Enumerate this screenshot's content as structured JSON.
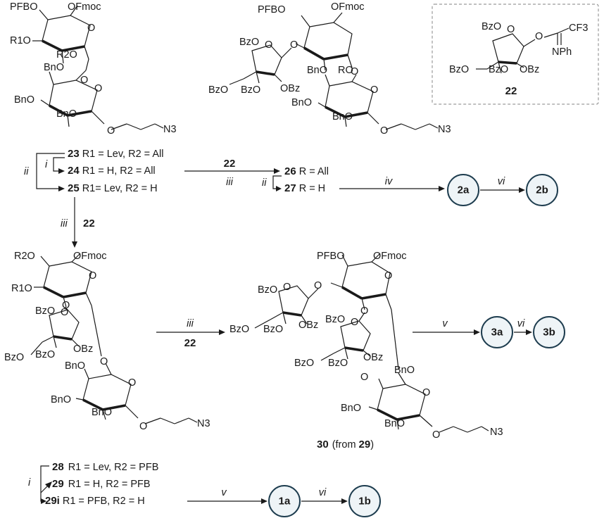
{
  "scheme": {
    "reagent_box": {
      "compound": "22",
      "labels": [
        "BzO",
        "O",
        "O",
        "CF3",
        "NPh",
        "BzO",
        "BzO",
        "OBz"
      ]
    },
    "struct_top_left": {
      "labels": [
        "PFBO",
        "OFmoc",
        "O",
        "R1O",
        "R2O",
        "BnO",
        "O",
        "BnO",
        "BnO",
        "O",
        "O",
        "N3"
      ]
    },
    "struct_top_mid": {
      "labels": [
        "PFBO",
        "OFmoc",
        "BzO",
        "O",
        "O",
        "RO",
        "BzO",
        "BzO",
        "OBz",
        "BnO",
        "O",
        "BnO",
        "BnO",
        "O",
        "O",
        "N3"
      ]
    },
    "struct_mid_left": {
      "labels": [
        "R2O",
        "OFmoc",
        "R1O",
        "O",
        "BzO",
        "O",
        "O",
        "BzO",
        "BzO",
        "OBz",
        "BnO",
        "O",
        "BnO",
        "BnO",
        "O",
        "O",
        "N3"
      ]
    },
    "struct_mid_right": {
      "labels": [
        "PFBO",
        "OFmoc",
        "BzO",
        "O",
        "O",
        "O",
        "BzO",
        "BzO",
        "OBz",
        "BzO",
        "O",
        "O",
        "BzO",
        "BzO",
        "OBz",
        "BnO",
        "O",
        "BnO",
        "BnO",
        "O",
        "O",
        "N3"
      ],
      "caption_compound": "30",
      "caption_text": "(from",
      "caption_ref": "29",
      "caption_close": ")"
    },
    "series_a": [
      {
        "num": "23",
        "text": "R1 = Lev, R2 = All"
      },
      {
        "num": "24",
        "text": "R1 = H, R2 = All"
      },
      {
        "num": "25",
        "text": "R1= Lev, R2 = H"
      }
    ],
    "series_b": [
      {
        "num": "26",
        "text": "R = All"
      },
      {
        "num": "27",
        "text": "R = H"
      }
    ],
    "series_c": [
      {
        "num": "28",
        "text": "R1 = Lev, R2 = PFB"
      },
      {
        "num": "29",
        "text": "R1 = H, R2 = PFB"
      },
      {
        "num": "29i",
        "text": "R1 = PFB, R2 = H"
      }
    ],
    "reagents": {
      "i": "i",
      "ii": "ii",
      "iii": "iii",
      "iv": "iv",
      "v": "v",
      "vi": "vi",
      "donor": "22"
    },
    "products": [
      "2a",
      "2b",
      "3a",
      "3b",
      "1a",
      "1b"
    ],
    "colors": {
      "circle_fill": "#eef4f7",
      "circle_stroke": "#1e3d4f",
      "box_border": "#9a9a9a"
    }
  }
}
